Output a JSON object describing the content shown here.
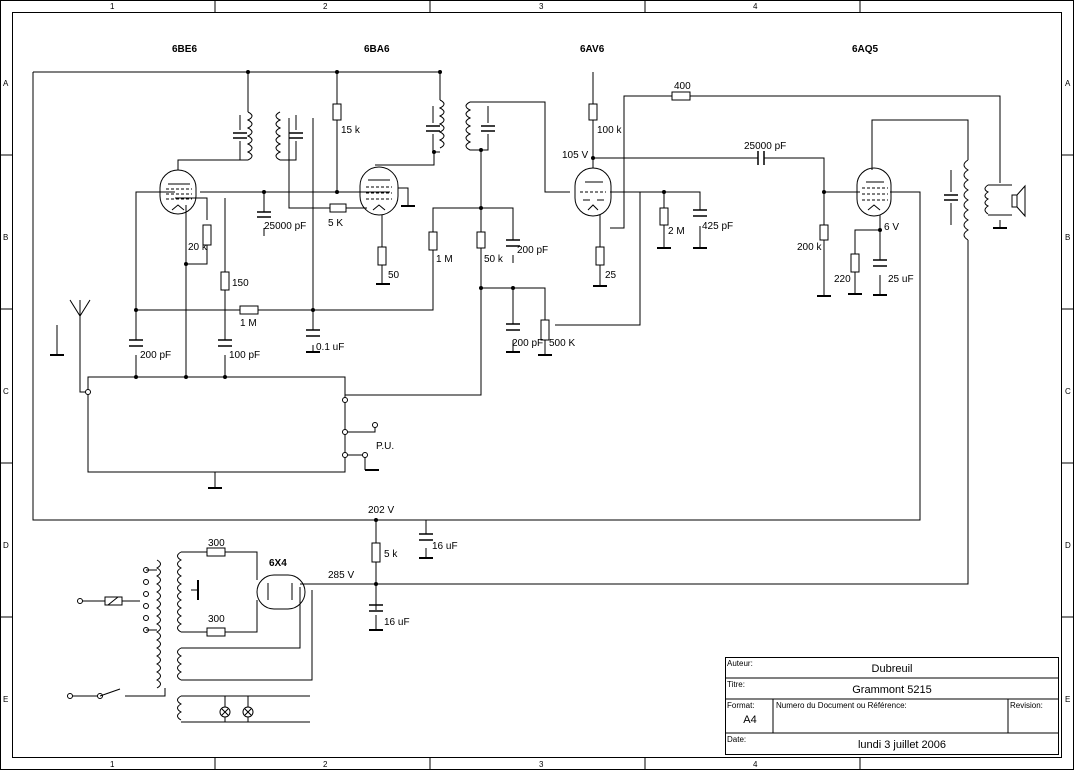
{
  "frame": {
    "columns": [
      "1",
      "2",
      "3",
      "4"
    ],
    "rows": [
      "A",
      "B",
      "C",
      "D",
      "E"
    ]
  },
  "tubes": [
    "6BE6",
    "6BA6",
    "6AV6",
    "6AQ5",
    "6X4"
  ],
  "components": [
    "15 k",
    "5 K",
    "50",
    "25000 pF",
    "20 k",
    "150",
    "1 M",
    "1 M",
    "200 pF",
    "100 pF",
    "0.1 uF",
    "50 k",
    "200 pF",
    "200 pF",
    "500 K",
    "100 k",
    "2 M",
    "425 pF",
    "25",
    "400",
    "25000 pF",
    "200 k",
    "220",
    "25 uF",
    "5 k",
    "16 uF",
    "16 uF",
    "300",
    "300"
  ],
  "voltages": [
    "105 V",
    "6 V",
    "202 V",
    "285 V"
  ],
  "misc": {
    "pickup": "P.U."
  },
  "title_block": {
    "author_label": "Auteur:",
    "author": "Dubreuil",
    "title_label": "Titre:",
    "title": "Grammont 5215",
    "format_label": "Format:",
    "format": "A4",
    "docnum_label": "Numero du Document ou Référence:",
    "revision_label": "Revision:",
    "date_label": "Date:",
    "date": "lundi 3 juillet 2006"
  },
  "colors": {
    "ink": "#000000",
    "paper": "#ffffff"
  }
}
